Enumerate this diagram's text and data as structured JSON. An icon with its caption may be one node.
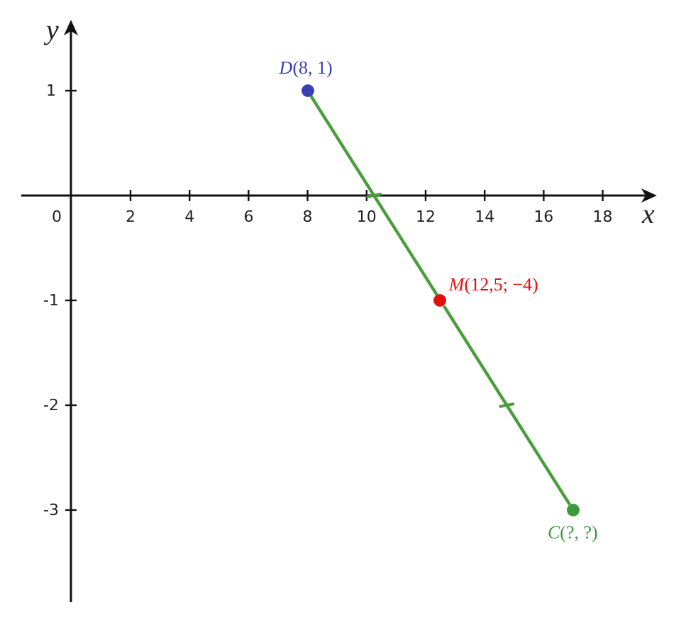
{
  "diagram": {
    "nodes": [
      {
        "text": [],
        "shape": "circle",
        "beside": [
          "*D*(8, 1)"
        ]
      },
      {
        "text": [],
        "shape": "circle",
        "beside": [
          "*M*(12,5; −4)"
        ]
      },
      {
        "text": [],
        "shape": "circle",
        "beside": [
          "*C*(?, ?)"
        ]
      }
    ],
    "edges": [
      {
        "from": 0,
        "to": 1,
        "arrow": "none"
      },
      {
        "from": 1,
        "to": 2,
        "arrow": "none"
      }
    ],
    "labels": [
      "y",
      "1",
      "0",
      "2",
      "4",
      "6",
      "8",
      "10",
      "12",
      "14",
      "16",
      "18",
      "x",
      "-1",
      "-2",
      "-3"
    ]
  }
}
